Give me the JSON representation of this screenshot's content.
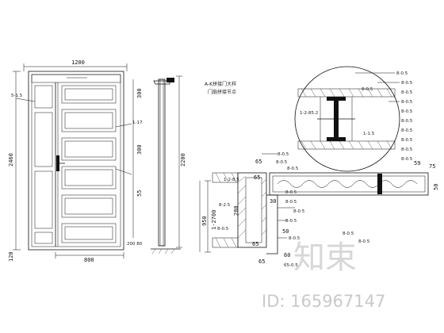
{
  "elevation": {
    "dims": {
      "overall_width": "1200",
      "overall_height": "2460",
      "door_height": "2200",
      "bottom_left": "800",
      "bottom_small": "120",
      "panel_a": "300",
      "panel_b": "300",
      "panel_c": "55",
      "mid_right": "950",
      "side_small_top": "300",
      "base_note": "200 80"
    }
  },
  "section_labels": {
    "d1": "65",
    "d2": "65",
    "d3": "30",
    "d4": "50",
    "d5": "65",
    "d6": "60",
    "d7": "65",
    "d8": "75",
    "d9": "50",
    "d10": "280",
    "d11": "59"
  },
  "watermark": {
    "logo": "知束",
    "id_text": "ID: 165967147"
  },
  "icons": {
    "section_circle": "detail-circle-icon",
    "section_cross": "section-cross-icon"
  }
}
